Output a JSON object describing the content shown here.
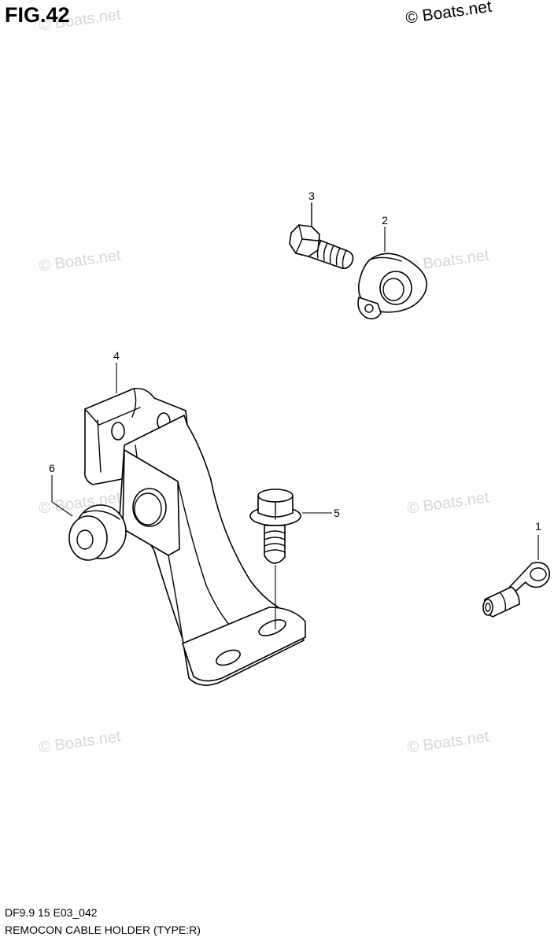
{
  "header": {
    "figure_label": "FIG.42",
    "copyright": "© Boats.net"
  },
  "watermark": {
    "text": "© Boats.net"
  },
  "callouts": {
    "c1": "1",
    "c2": "2",
    "c3": "3",
    "c4": "4",
    "c5": "5",
    "c6": "6"
  },
  "footer": {
    "code": "DF9.9 15 E03_042",
    "caption": "REMOCON CABLE HOLDER (TYPE:R)"
  }
}
